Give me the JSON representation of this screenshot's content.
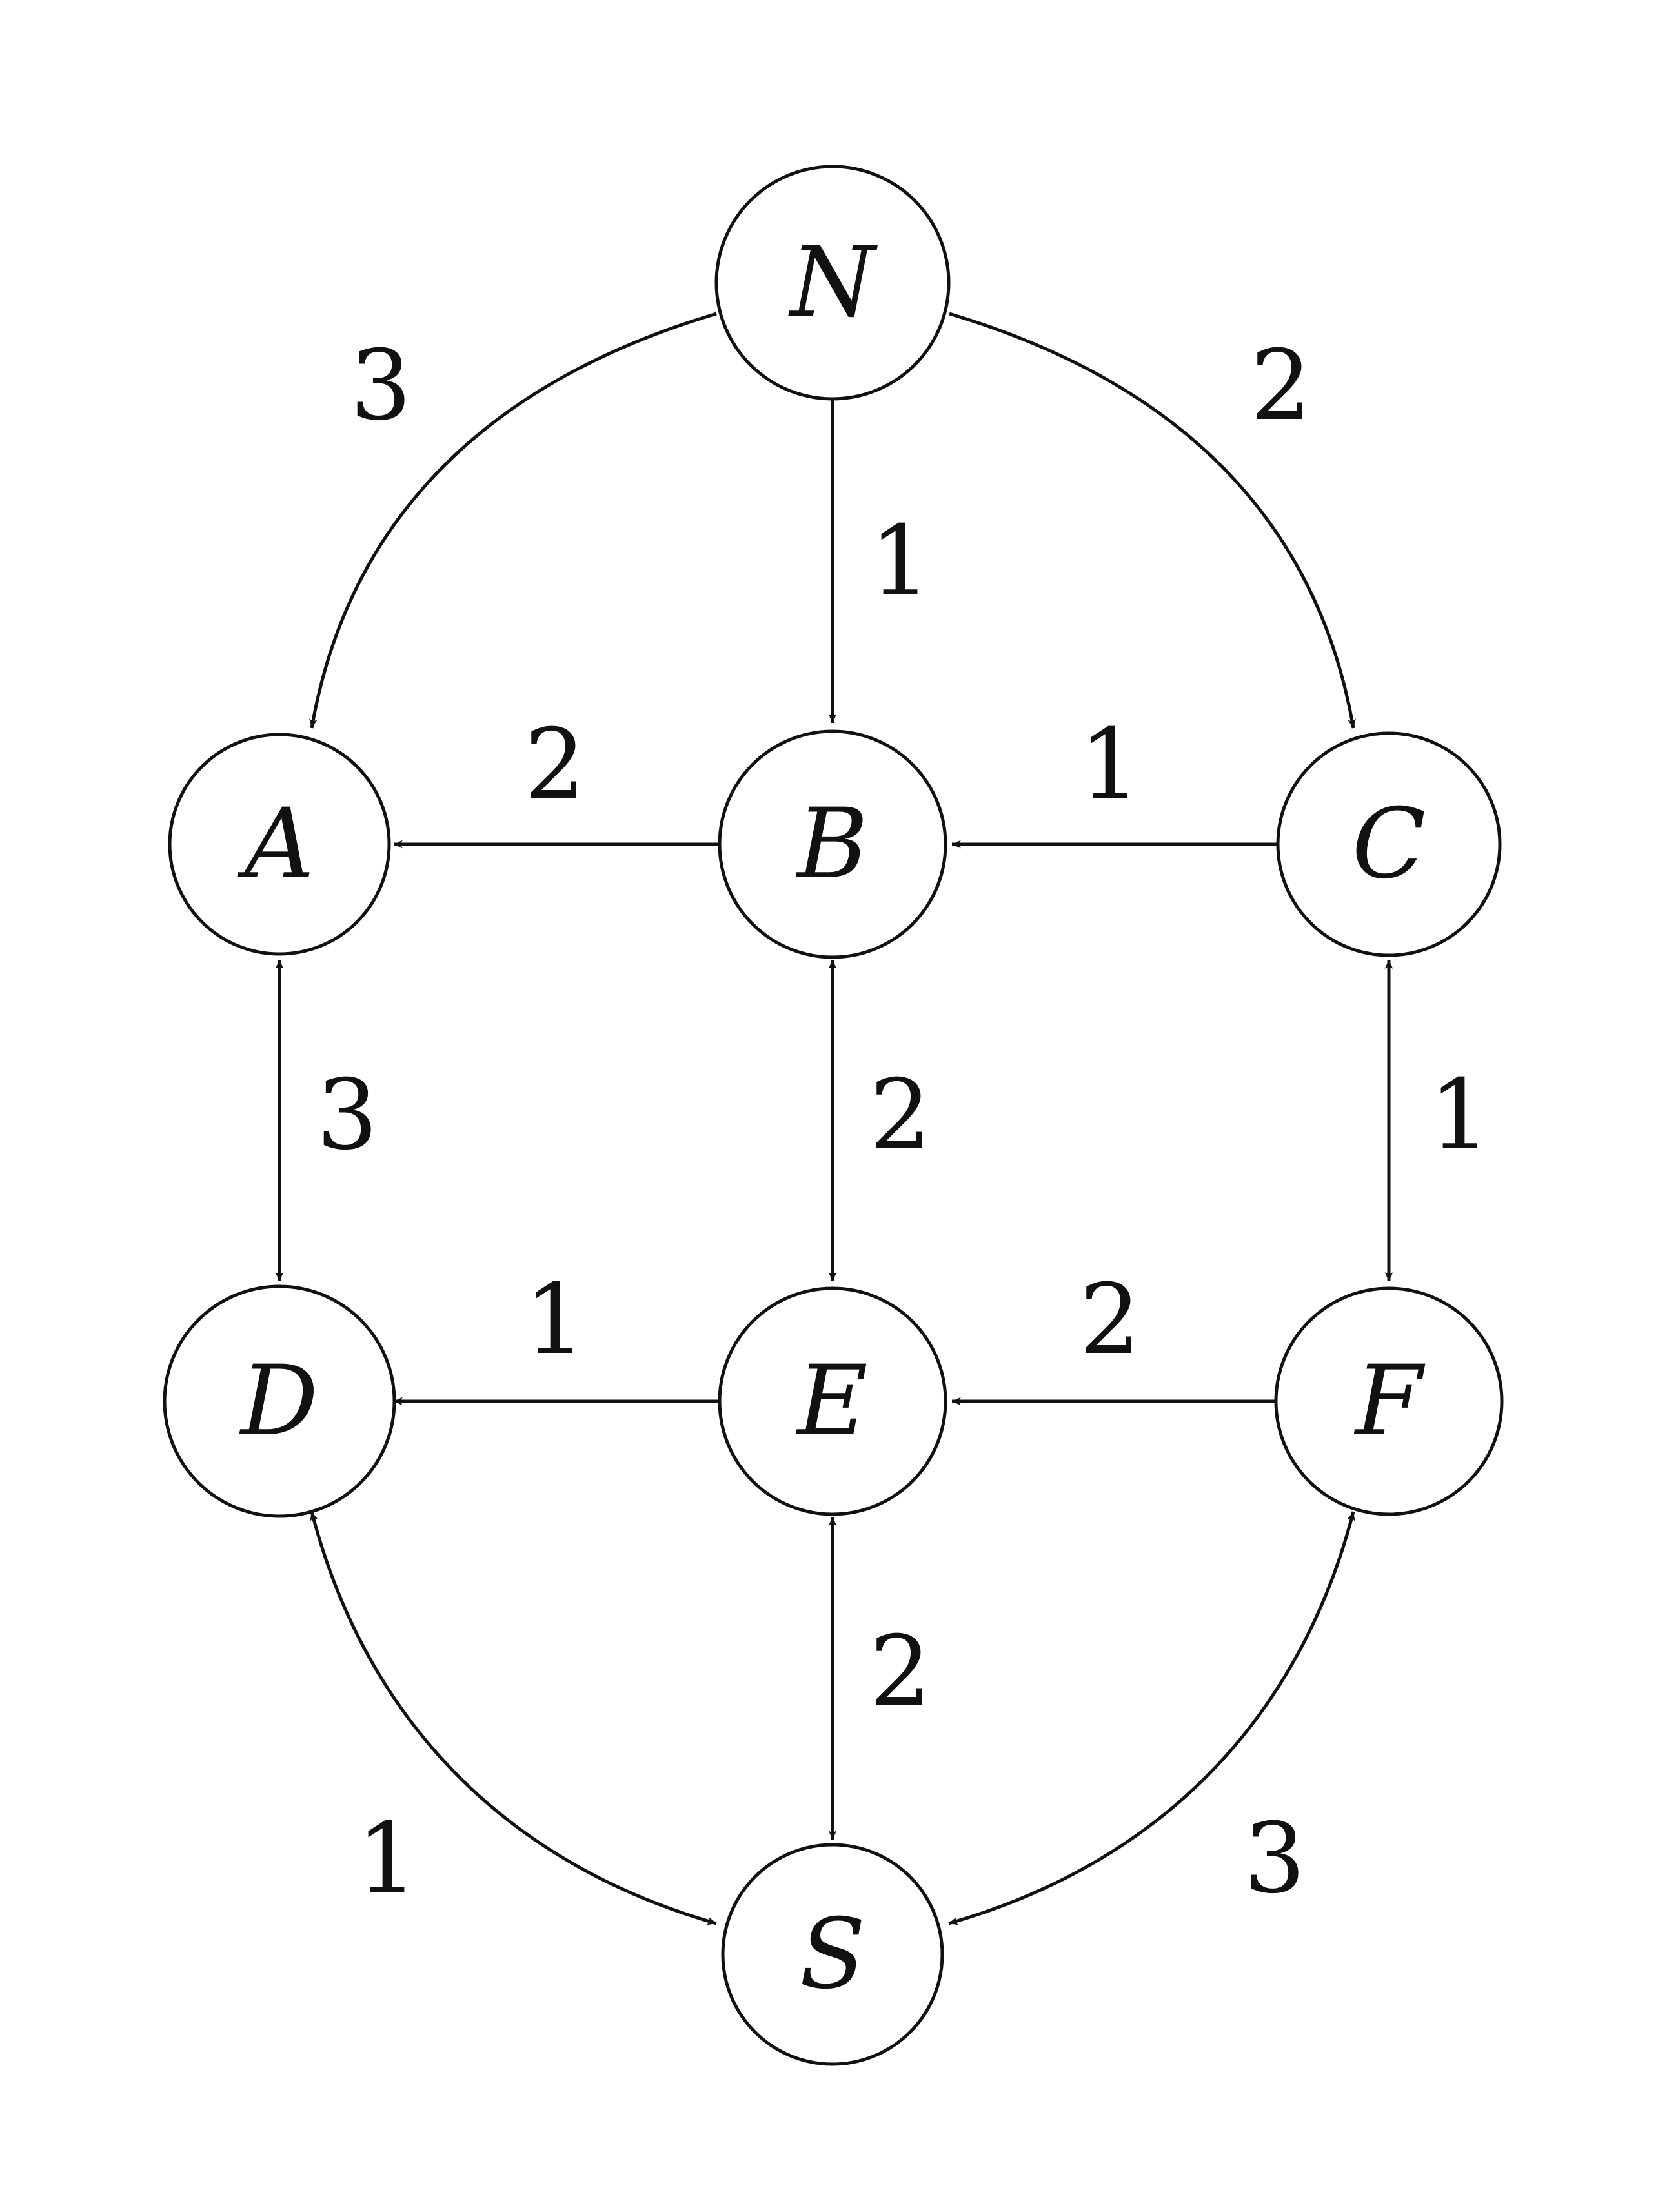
{
  "graph": {
    "nodes": [
      {
        "id": "N",
        "label": "N"
      },
      {
        "id": "A",
        "label": "A"
      },
      {
        "id": "B",
        "label": "B"
      },
      {
        "id": "C",
        "label": "C"
      },
      {
        "id": "D",
        "label": "D"
      },
      {
        "id": "E",
        "label": "E"
      },
      {
        "id": "F",
        "label": "F"
      },
      {
        "id": "S",
        "label": "S"
      }
    ],
    "edges": [
      {
        "from": "N",
        "to": "A",
        "weight": "3",
        "directed": "forward"
      },
      {
        "from": "N",
        "to": "B",
        "weight": "1",
        "directed": "forward"
      },
      {
        "from": "N",
        "to": "C",
        "weight": "2",
        "directed": "forward"
      },
      {
        "from": "B",
        "to": "A",
        "weight": "2",
        "directed": "forward"
      },
      {
        "from": "C",
        "to": "B",
        "weight": "1",
        "directed": "forward"
      },
      {
        "from": "A",
        "to": "D",
        "weight": "3",
        "directed": "both"
      },
      {
        "from": "B",
        "to": "E",
        "weight": "2",
        "directed": "both"
      },
      {
        "from": "C",
        "to": "F",
        "weight": "1",
        "directed": "both"
      },
      {
        "from": "E",
        "to": "D",
        "weight": "1",
        "directed": "forward"
      },
      {
        "from": "F",
        "to": "E",
        "weight": "2",
        "directed": "forward"
      },
      {
        "from": "D",
        "to": "S",
        "weight": "1",
        "directed": "both"
      },
      {
        "from": "E",
        "to": "S",
        "weight": "2",
        "directed": "both"
      },
      {
        "from": "F",
        "to": "S",
        "weight": "3",
        "directed": "both"
      }
    ]
  }
}
